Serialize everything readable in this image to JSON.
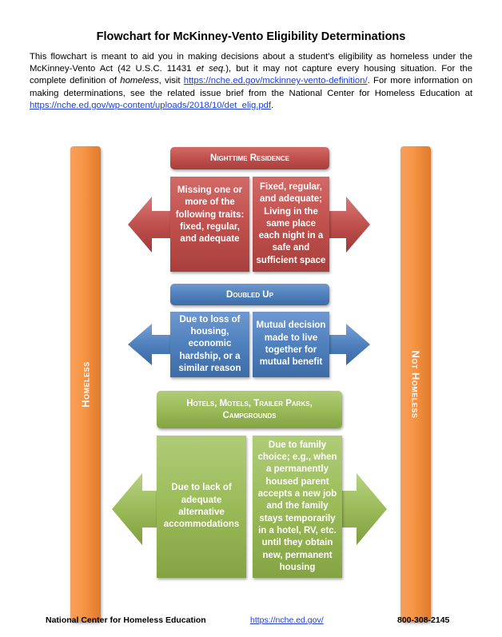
{
  "title": "Flowchart for McKinney-Vento Eligibility Determinations",
  "intro": {
    "p1": "This flowchart is meant to aid you in making decisions about a student’s eligibility as homeless under the McKinney-Vento Act (42 U.S.C. 11431 ",
    "p1_italic": "et seq.",
    "p2": "), but it may not capture every housing situation. For the complete definition of ",
    "p2_italic": "homeless",
    "p3": ", visit ",
    "link1": "https://nche.ed.gov/mckinney-vento-definition/",
    "p4": ". For more information on making determinations, see the related issue brief from the National Center for Homeless Education at ",
    "link2": "https://nche.ed.gov/wp-content/uploads/2018/10/det_elig.pdf",
    "p5": "."
  },
  "sides": {
    "left": "Homeless",
    "right": "Not Homeless"
  },
  "sections": [
    {
      "header": "Nighttime Residence",
      "homeless": "Missing one or more of the following traits: fixed, regular, and adequate",
      "not_homeless": "Fixed, regular, and adequate; Living in the same place each night in a safe and sufficient space",
      "color": "#c0504d"
    },
    {
      "header": "Doubled Up",
      "homeless": "Due to loss of housing, economic hardship, or a similar reason",
      "not_homeless": "Mutual decision made to live together for mutual benefit",
      "color": "#4f81bd"
    },
    {
      "header": "Hotels, Motels, Trailer Parks, Campgrounds",
      "homeless": "Due to lack of adequate alternative accommodations",
      "not_homeless": "Due to family choice; e.g., when a permanently housed parent accepts a new job and the family stays temporarily in a hotel, RV, etc. until they obtain new, permanent housing",
      "color": "#9bbb59"
    }
  ],
  "footer": {
    "org": "National Center for Homeless Education",
    "url": "https://nche.ed.gov/",
    "phone": "800-308-2145"
  }
}
